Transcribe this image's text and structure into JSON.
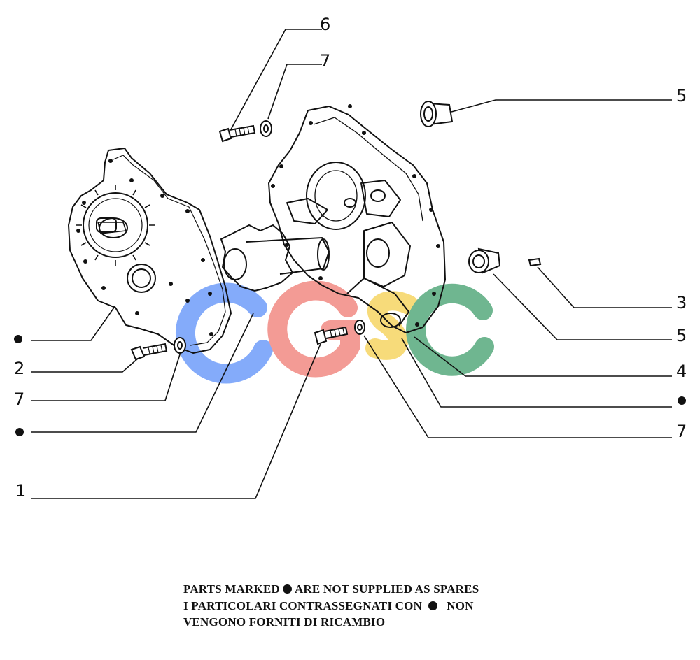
{
  "callouts": {
    "c6": "6",
    "c7_top": "7",
    "c5_top": "5",
    "c3": "3",
    "c5_mid": "5",
    "c4": "4",
    "c7_right": "7",
    "c2": "2",
    "c7_left": "7",
    "c1": "1"
  },
  "footnote": {
    "line1_a": "PARTS MARKED",
    "line1_b": "ARE NOT SUPPLIED AS SPARES",
    "line2_a": "I PARTICOLARI CONTRASSEGNATI CON",
    "line2_b": "NON",
    "line3": "VENGONO FORNITI DI RICAMBIO"
  },
  "watermark": {
    "text": "CGSC",
    "colors": [
      "#5b8ff9",
      "#f07a72",
      "#f5d04e",
      "#3f9e6c"
    ]
  },
  "colors": {
    "ink": "#111111",
    "background": "#ffffff"
  }
}
